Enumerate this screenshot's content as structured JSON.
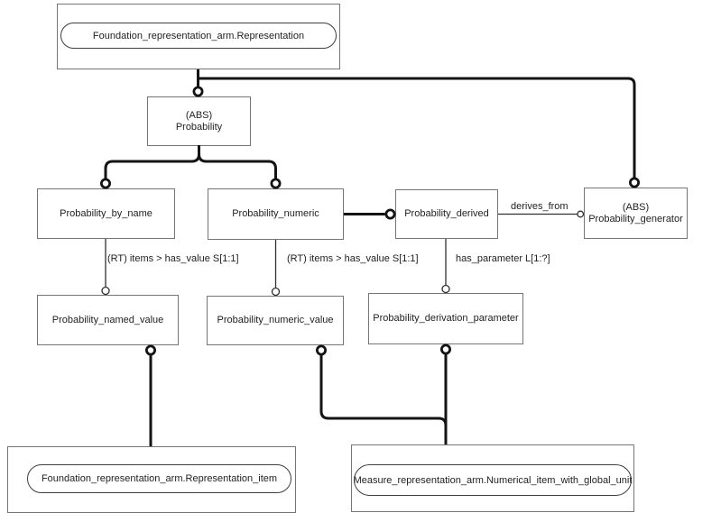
{
  "colors": {
    "connector": "#141414",
    "box_border": "#757575",
    "background": "#ffffff"
  },
  "nodes": {
    "representation": {
      "label": "Foundation_representation_arm.Representation"
    },
    "probability": {
      "stereotype": "(ABS)",
      "label": "Probability"
    },
    "probability_by_name": {
      "label": "Probability_by_name"
    },
    "probability_numeric": {
      "label": "Probability_numeric"
    },
    "probability_derived": {
      "label": "Probability_derived"
    },
    "probability_generator": {
      "stereotype": "(ABS)",
      "label": "Probability_generator"
    },
    "probability_named_value": {
      "label": "Probability_named_value"
    },
    "probability_numeric_value": {
      "label": "Probability_numeric_value"
    },
    "probability_derivation_parameter": {
      "label": "Probability_derivation_parameter"
    },
    "representation_item": {
      "label": "Foundation_representation_arm.Representation_item"
    },
    "numerical_item": {
      "label": "Measure_representation_arm.Numerical_item_with_global_unit"
    }
  },
  "edge_labels": {
    "by_name_has_value": "(RT) items > has_value S[1:1]",
    "numeric_has_value": "(RT) items > has_value S[1:1]",
    "derived_has_parameter": "has_parameter L[1:?]",
    "derived_derives_from": "derives_from"
  }
}
